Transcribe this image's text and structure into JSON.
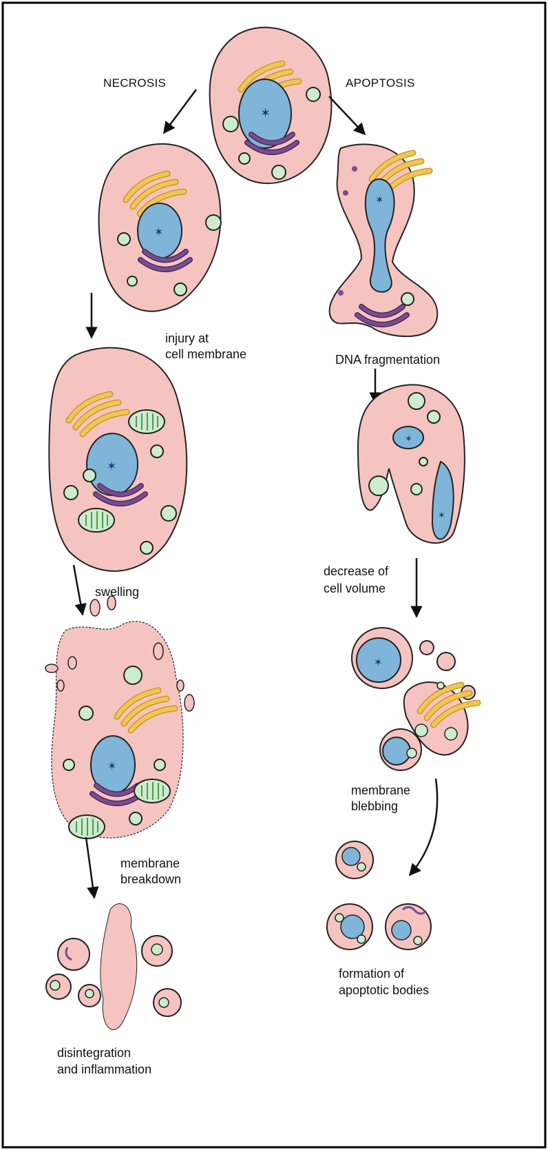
{
  "headers": {
    "left": "NECROSIS",
    "right": "APOPTOSIS"
  },
  "labels": {
    "injury": [
      "injury at",
      "cell membrane"
    ],
    "swelling": [
      "swelling"
    ],
    "membrane_breakdown": [
      "membrane",
      "breakdown"
    ],
    "disintegration": [
      "disintegration",
      "and inflammation"
    ],
    "dna_fragmentation": [
      "DNA fragmentation"
    ],
    "decrease_volume": [
      "decrease of",
      "cell volume"
    ],
    "blebbing": [
      "membrane",
      "blebbing"
    ],
    "apoptotic_bodies": [
      "formation of",
      "apoptotic bodies"
    ]
  },
  "colors": {
    "cytoplasm": "#f5c4c0",
    "nucleus": "#7fb5d8",
    "chromatin": "#1d3a6e",
    "golgi": "#f2c55a",
    "er": "#7a4d8e",
    "vesicle": "#cdeccd",
    "outline": "#222222"
  }
}
